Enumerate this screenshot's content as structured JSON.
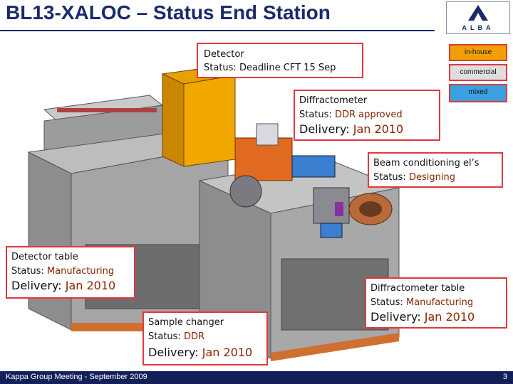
{
  "header": {
    "title": "BL13-XALOC – Status End Station",
    "logo_text": "ALBA"
  },
  "legend": {
    "in_house": "in-house",
    "commercial": "commercial",
    "mixed": "mixed",
    "colors": {
      "in_house": "#f0a000",
      "commercial": "#dedede",
      "mixed": "#3aa0e0"
    }
  },
  "callouts": {
    "detector": {
      "name": "Detector",
      "status_label": "Status:",
      "status": "Deadline CFT 15 Sep"
    },
    "diffractometer": {
      "name": "Diffractometer",
      "status_label": "Status:",
      "status": "DDR approved",
      "delivery_label": "Delivery:",
      "delivery": "Jan 2010"
    },
    "beam_conditioning": {
      "name": "Beam conditioning el’s",
      "status_label": "Status:",
      "status": "Designing"
    },
    "detector_table": {
      "name": "Detector table",
      "status_label": "Status:",
      "status": "Manufacturing",
      "delivery_label": "Delivery:",
      "delivery": "Jan 2010"
    },
    "diffractometer_table": {
      "name": "Diffractometer table",
      "status_label": "Status:",
      "status": "Manufacturing",
      "delivery_label": "Delivery:",
      "delivery": "Jan 2010"
    },
    "sample_changer": {
      "name": "Sample changer",
      "status_label": "Status:",
      "status": "DDR",
      "delivery_label": "Delivery:",
      "delivery": "Jan 2010"
    }
  },
  "footer": {
    "left": "Kappa Group Meeting - September 2009",
    "page": "3"
  }
}
